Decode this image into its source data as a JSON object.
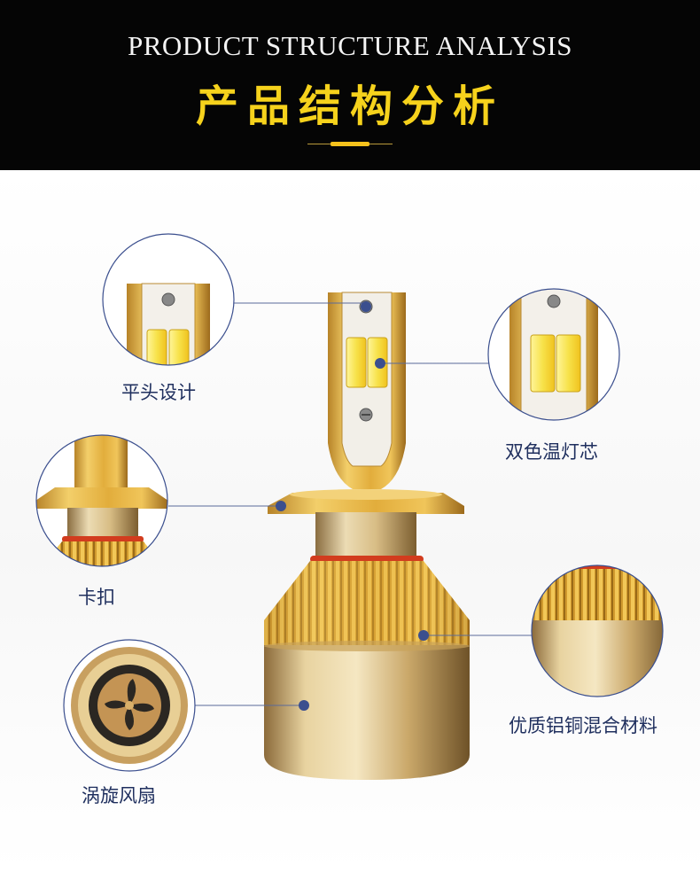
{
  "header": {
    "title_en": "PRODUCT STRUCTURE ANALYSIS",
    "title_cn": "产品结构分析"
  },
  "callouts": {
    "flat_head": "平头设计",
    "dual_color_chip": "双色温灯芯",
    "clip": "卡扣",
    "material": "优质铝铜混合材料",
    "turbo_fan": "涡旋风扇"
  },
  "colors": {
    "header_bg": "#050505",
    "title_yellow": "#f6d21c",
    "label_navy": "#1f2f5e",
    "gold": "#d9a93a",
    "marker_blue": "#3b4f8e"
  }
}
